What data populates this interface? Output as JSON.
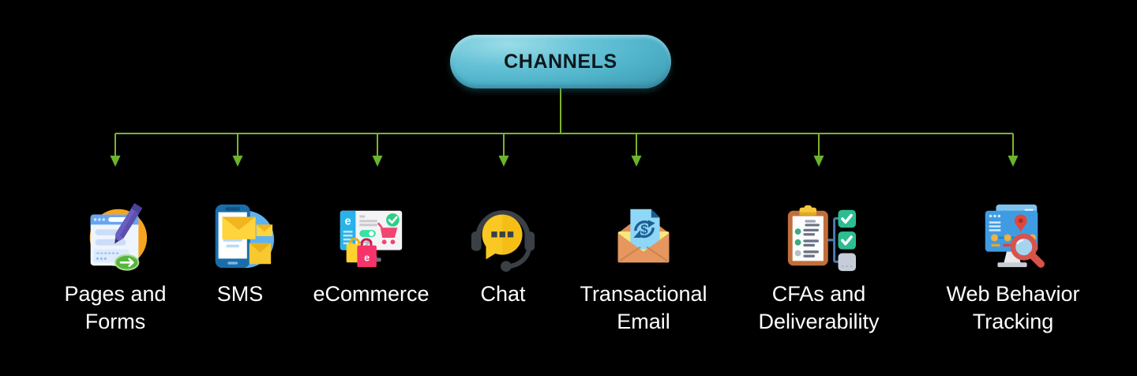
{
  "root": {
    "label": "CHANNELS"
  },
  "colors": {
    "background": "#000000",
    "connector": "#7cb32b",
    "arrowhead": "#6ab42d",
    "pill_light": "#9adce8",
    "pill_main": "#4fb3ca",
    "pill_dark": "#3b96ac",
    "pill_text": "#0d181b",
    "label": "#ffffff"
  },
  "channels": [
    {
      "id": "pages-and-forms",
      "label": "Pages and\nForms",
      "icon": "form-pen-icon"
    },
    {
      "id": "sms",
      "label": "SMS",
      "icon": "phone-messages-icon"
    },
    {
      "id": "ecommerce",
      "label": "eCommerce",
      "icon": "ecommerce-store-icon"
    },
    {
      "id": "chat",
      "label": "Chat",
      "icon": "headset-chat-bubble-icon"
    },
    {
      "id": "transactional-email",
      "label": "Transactional\nEmail",
      "icon": "email-dollar-sync-icon"
    },
    {
      "id": "cfas-and-deliverability",
      "label": "CFAs and\nDeliverability",
      "icon": "checklist-deliverability-icon"
    },
    {
      "id": "web-behavior-tracking",
      "label": "Web Behavior\nTracking",
      "icon": "web-tracking-magnifier-icon"
    }
  ],
  "icon_glyphs": {
    "ecommerce_logo": "e",
    "bag_logo": "e",
    "dollar_sign": "$"
  }
}
